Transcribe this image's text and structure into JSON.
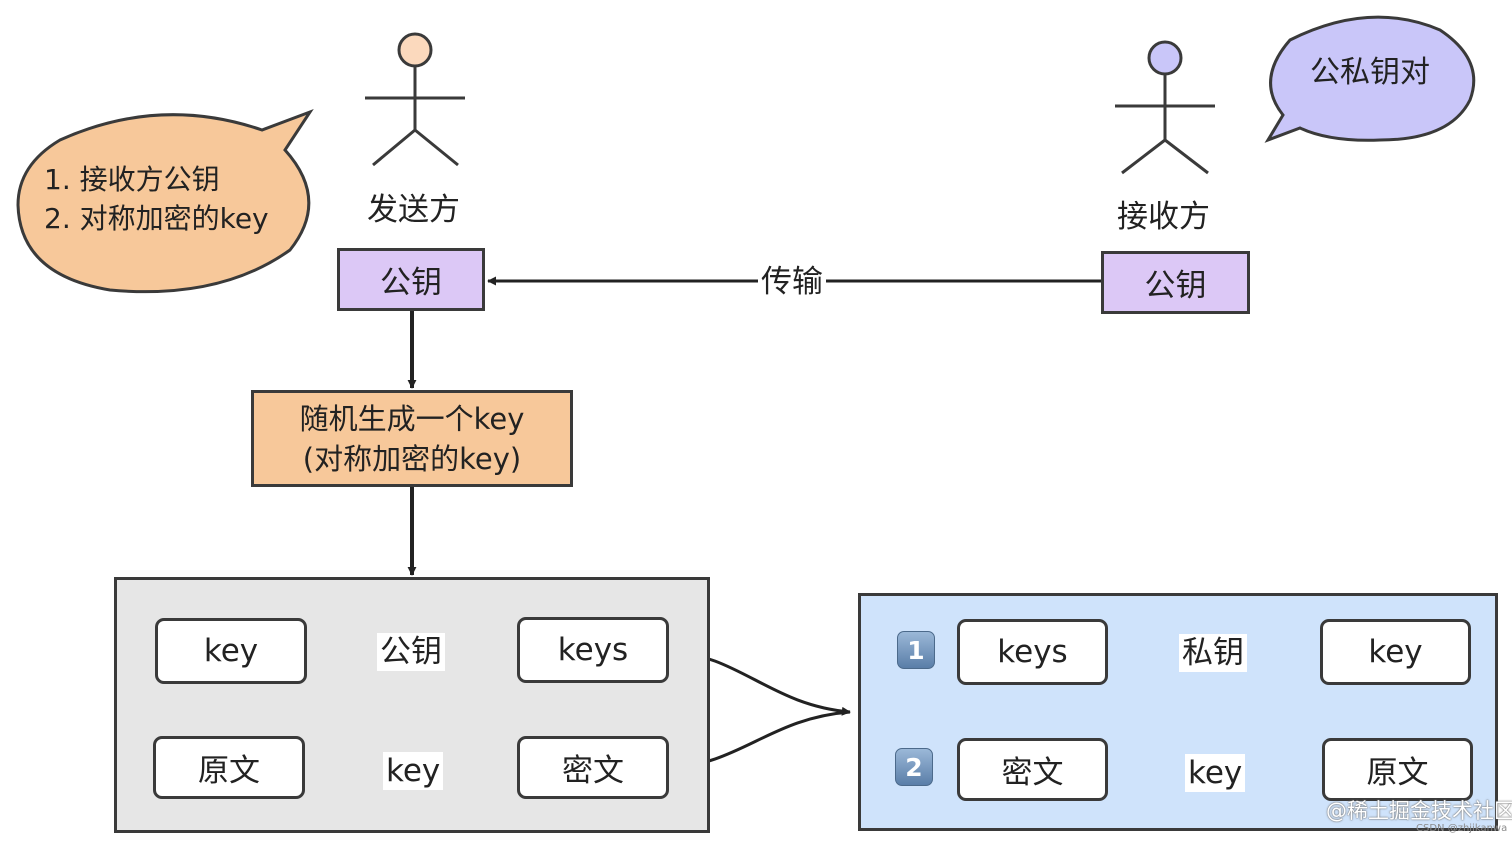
{
  "colors": {
    "purple_box": "#dcc8f6",
    "orange_box": "#f7c89a",
    "bubble_left": "#f7c89a",
    "bubble_right": "#c9c6f9",
    "panel_left": "#e6e6e6",
    "panel_right": "#cfe3fb",
    "stroke": "#3a3a3a",
    "dotted_link": "#e0302a"
  },
  "sender": {
    "name": "发送方",
    "bubble": {
      "line1": "1. 接收方公钥",
      "line2": "2. 对称加密的key"
    },
    "public_key_box": "公钥",
    "random_key_box": {
      "line1": "随机生成一个key",
      "line2": "(对称加密的key)"
    }
  },
  "receiver": {
    "name": "接收方",
    "bubble": "公私钥对",
    "public_key_box": "公钥"
  },
  "transfer_label": "传输",
  "encrypt_panel": {
    "row1": {
      "from": "key",
      "label": "公钥",
      "to": "keys"
    },
    "row2": {
      "from": "原文",
      "label": "key",
      "to": "密文"
    }
  },
  "decrypt_panel": {
    "row1": {
      "step": "1",
      "from": "keys",
      "label": "私钥",
      "to": "key"
    },
    "row2": {
      "step": "2",
      "from": "密文",
      "label": "key",
      "to": "原文"
    }
  },
  "watermark": {
    "main": "@稀土掘金技术社区",
    "small": "CSDN @zhjikanwa"
  }
}
